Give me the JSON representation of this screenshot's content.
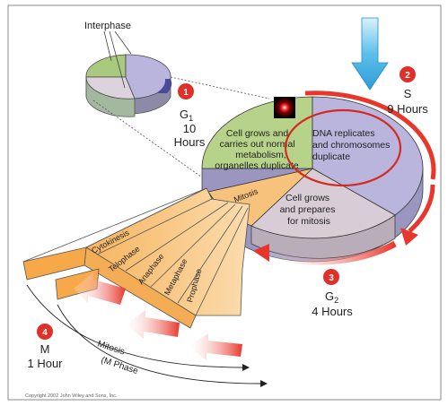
{
  "interphase_label": "Interphase",
  "phases": {
    "g1": {
      "badge": "1",
      "name": "G",
      "sub": "1",
      "duration": "10",
      "unit": "Hours",
      "description": [
        "Cell grows and",
        "carries out normal",
        "metabolism,",
        "organelles duplicate"
      ]
    },
    "s": {
      "badge": "2",
      "name": "S",
      "duration": "9 Hours",
      "description": [
        "DNA replicates",
        "and chromosomes",
        "duplicate"
      ]
    },
    "g2": {
      "badge": "3",
      "name": "G",
      "sub": "2",
      "duration": "4 Hours",
      "description": [
        "Cell grows",
        "and prepares",
        "for mitosis"
      ]
    },
    "m": {
      "badge": "4",
      "name": "M",
      "duration": "1 Hour"
    }
  },
  "mitosis_fan": {
    "outer_label": "Mitosis",
    "stages": [
      "Cytokinesis",
      "Telophase",
      "Anaphase",
      "Metaphase",
      "Prophase"
    ]
  },
  "bottom_arc_labels": {
    "mitosis": "Mitosis",
    "m_phase": "(M Phase"
  },
  "copyright": "Copyright 2002 John Wiley and Sons, Inc.",
  "colors": {
    "g1_green": "#b7d38a",
    "s_lavender": "#b9b5dd",
    "g2_gray": "#d8ccd6",
    "fan_orange": "#f8c98a",
    "arrow_red": "#e8362a",
    "arrow_blue": "#39a9e0",
    "badge_red": "#e0302a"
  }
}
